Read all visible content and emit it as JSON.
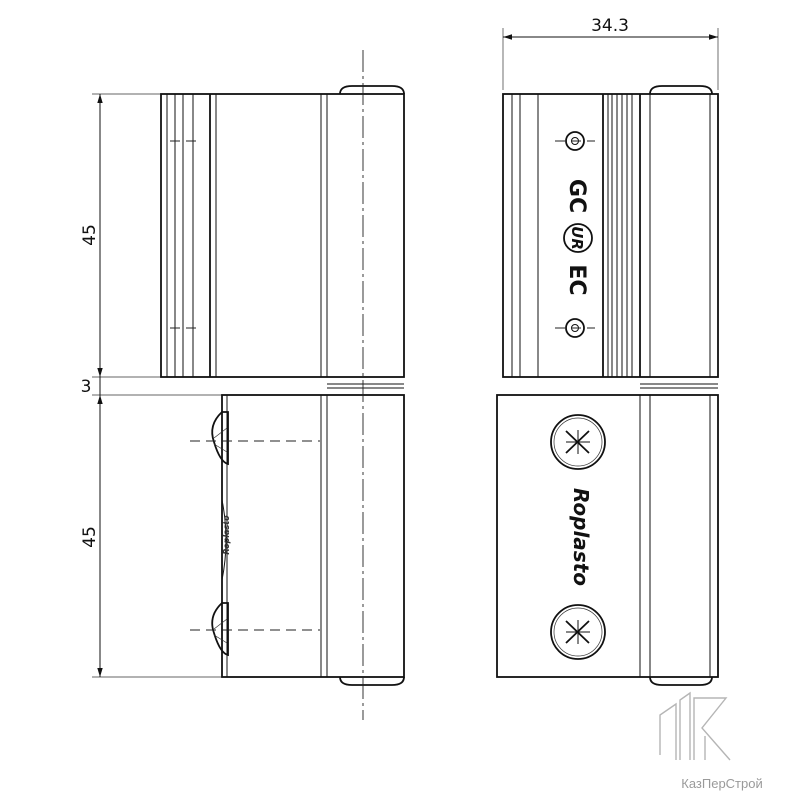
{
  "dimensions": {
    "width_label": "34.3",
    "upper_height_label": "45",
    "gap_label": "3",
    "lower_height_label": "45"
  },
  "markings": {
    "text_left": "GC",
    "text_right": "EC",
    "ul_symbol": "UR"
  },
  "brand_mark": "Roplasto",
  "watermark": {
    "text": "КазПерСтрой",
    "icon": "kps-logo-icon"
  }
}
